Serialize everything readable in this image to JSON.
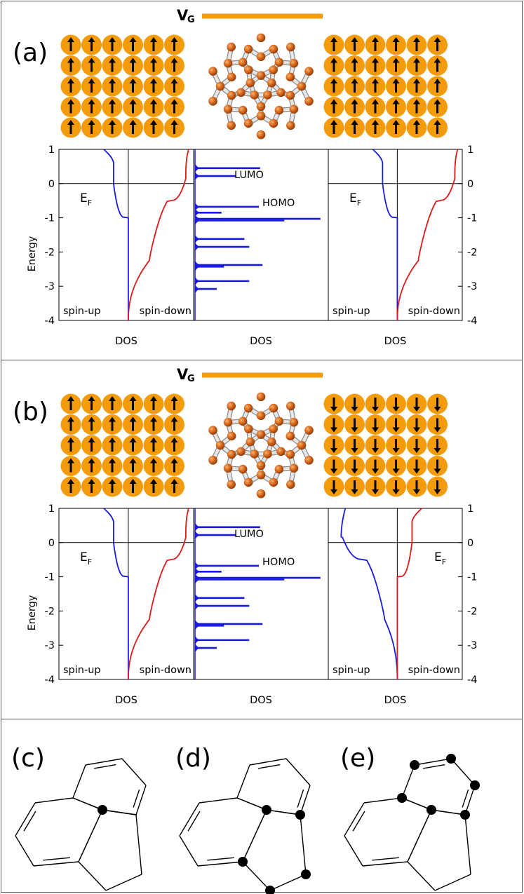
{
  "gate_label": "V",
  "gate_sub": "G",
  "panels": [
    {
      "tag": "(a)",
      "left_spin": "up",
      "right_spin": "up",
      "left_plot": {
        "label_up": "spin-up",
        "label_down": "spin-down",
        "ef_main": "E",
        "ef_sub": "F",
        "xlabel": "DOS"
      },
      "mid_plot": {
        "lumo": "LUMO",
        "homo": "HOMO",
        "xlabel": "DOS"
      },
      "right_plot": {
        "label_up": "spin-up",
        "label_down": "spin-down",
        "ef_main": "E",
        "ef_sub": "F",
        "xlabel": "DOS"
      },
      "ylabel": "Energy",
      "yticks": [
        "1",
        "0",
        "-1",
        "-2",
        "-3",
        "-4"
      ]
    },
    {
      "tag": "(b)",
      "left_spin": "up",
      "right_spin": "down",
      "left_plot": {
        "label_up": "spin-up",
        "label_down": "spin-down",
        "ef_main": "E",
        "ef_sub": "F",
        "xlabel": "DOS"
      },
      "mid_plot": {
        "lumo": "LUMO",
        "homo": "HOMO",
        "xlabel": "DOS"
      },
      "right_plot": {
        "label_up": "spin-up",
        "label_down": "spin-down",
        "ef_main": "E",
        "ef_sub": "F",
        "xlabel": "DOS"
      },
      "ylabel": "Energy",
      "yticks": [
        "1",
        "0",
        "-1",
        "-2",
        "-3",
        "-4"
      ]
    }
  ],
  "molecules": [
    {
      "tag": "(c)",
      "sites": 1
    },
    {
      "tag": "(d)",
      "sites": 5
    },
    {
      "tag": "(e)",
      "sites": 6
    }
  ],
  "chart_data": [
    {
      "type": "line",
      "panel": "(a) left electrode",
      "ylabel": "Energy",
      "xlabel": "DOS",
      "ylim": [
        -4,
        1
      ],
      "series": [
        {
          "color": "#1a1adc",
          "y": [
            1,
            0.8,
            0.5,
            0,
            -0.5,
            -1,
            -2,
            -3,
            -4
          ],
          "x": [
            0.6,
            0.95,
            1.05,
            1.1,
            1.55,
            1.95,
            2.0,
            2.0,
            2.0
          ]
        },
        {
          "color": "#dc1a1a",
          "y": [
            1,
            0.5,
            0,
            -0.5,
            -2.25,
            -3,
            -4
          ],
          "x": [
            1.8,
            1.55,
            1.48,
            1.05,
            0.95,
            0.35,
            0.05
          ]
        }
      ]
    },
    {
      "type": "bar",
      "panel": "(a) C60 molecule",
      "ylabel": "Energy",
      "xlabel": "DOS",
      "ylim": [
        -4,
        1
      ],
      "peaks": [
        {
          "energy": 0.45,
          "height": 0.5
        },
        {
          "energy": 0.22,
          "height": 0.3
        },
        {
          "energy": -0.68,
          "height": 0.49
        },
        {
          "energy": -0.85,
          "height": 0.18
        },
        {
          "energy": -1.03,
          "height": 1.0
        },
        {
          "energy": -1.08,
          "height": 0.7
        },
        {
          "energy": -1.62,
          "height": 0.37
        },
        {
          "energy": -1.85,
          "height": 0.41
        },
        {
          "energy": -2.38,
          "height": 0.52
        },
        {
          "energy": -2.43,
          "height": 0.2
        },
        {
          "energy": -2.85,
          "height": 0.41
        },
        {
          "energy": -3.08,
          "height": 0.14
        }
      ]
    },
    {
      "type": "line",
      "panel": "(a) right electrode",
      "ylabel": "Energy",
      "xlabel": "DOS",
      "ylim": [
        -4,
        1
      ],
      "series": [
        {
          "color": "#1a1adc",
          "y": [
            1,
            0.8,
            0.5,
            0,
            -0.5,
            -1,
            -2,
            -3,
            -4
          ],
          "x": [
            0.6,
            0.95,
            1.05,
            1.1,
            1.55,
            1.95,
            2.0,
            2.0,
            2.0
          ]
        },
        {
          "color": "#dc1a1a",
          "y": [
            1,
            0.5,
            0,
            -0.5,
            -2.25,
            -3,
            -4
          ],
          "x": [
            1.8,
            1.55,
            1.48,
            1.05,
            0.95,
            0.35,
            0.05
          ]
        }
      ]
    },
    {
      "type": "line",
      "panel": "(b) right electrode (reversed)",
      "ylabel": "Energy",
      "xlabel": "DOS",
      "ylim": [
        -4,
        1
      ],
      "series": [
        {
          "color": "#1a1adc",
          "y": [
            1,
            0.5,
            0,
            -0.5,
            -2.25,
            -3,
            -4
          ],
          "x": [
            1.8,
            1.55,
            1.48,
            1.05,
            0.95,
            0.35,
            0.05
          ]
        },
        {
          "color": "#dc1a1a",
          "y": [
            1,
            0.8,
            0.5,
            0,
            -0.5,
            -1,
            -2,
            -3,
            -4
          ],
          "x": [
            0.6,
            0.95,
            1.05,
            1.1,
            1.55,
            1.95,
            2.0,
            2.0,
            2.0
          ]
        }
      ]
    }
  ]
}
